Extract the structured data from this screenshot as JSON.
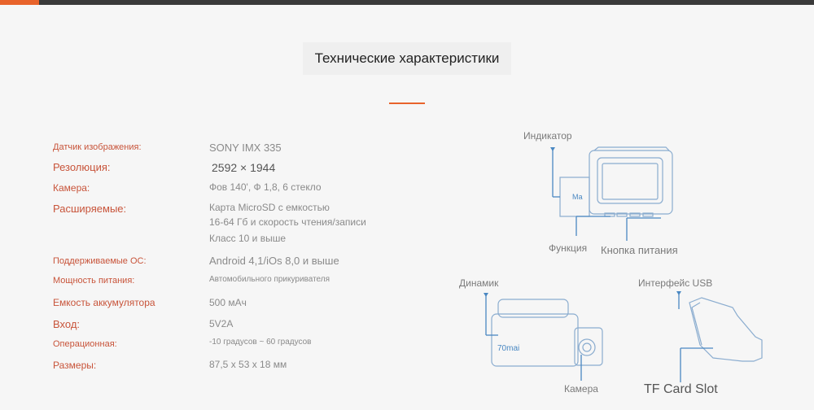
{
  "page_title": "Технические характеристики",
  "colors": {
    "accent": "#e8632b",
    "label": "#c8543a",
    "value": "#8a8a8a",
    "diagram_line": "#4a88c2"
  },
  "specs": [
    {
      "label": "Датчик изображения:",
      "value": "SONY IMX 335"
    },
    {
      "label": "Резолюция:",
      "value": "2592 × 1944"
    },
    {
      "label": "Камера:",
      "value": "Фов 140', Ф 1,8, 6 стекло"
    },
    {
      "label": "Расширяемые:",
      "value_lines": [
        "Карта MicroSD с емкостью",
        "16-64 Гб и скорость чтения/записи",
        "Класс 10 и выше"
      ]
    },
    {
      "label": "Поддерживаемые ОС:",
      "value": "Android 4,1/iOs 8,0 и выше"
    },
    {
      "label": "Мощность питания:",
      "value": "Автомобильного прикуривателя"
    },
    {
      "label": "Емкость аккумулятора",
      "value": "500 мАч"
    },
    {
      "label": "Вход:",
      "value": "5V2A"
    },
    {
      "label": "Операционная:",
      "value": "-10 градусов ~ 60 градусов"
    },
    {
      "label": "Размеры:",
      "value": "87,5 x 53 x 18 мм"
    }
  ],
  "diagram": {
    "indicator": "Индикатор",
    "function": "Функция",
    "power_button": "Кнопка питания",
    "speaker": "Динамик",
    "usb": "Интерфейс USB",
    "camera": "Камера",
    "tf_slot": "TF Card Slot",
    "front_mark": "Ма",
    "brand": "70mai"
  }
}
